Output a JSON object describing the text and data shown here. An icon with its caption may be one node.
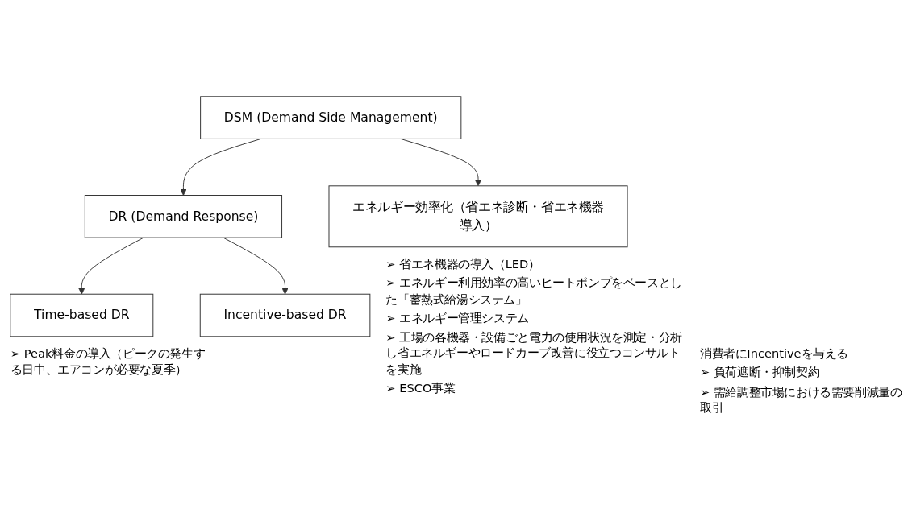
{
  "diagram": {
    "nodes": [
      {
        "text": [
          "DSM (Demand Side Management)"
        ]
      },
      {
        "text": [
          "DR (Demand Response)"
        ]
      },
      {
        "text": [
          "エネルギー効率化（省エネ診断・省エネ機器導入）"
        ],
        "beside": [
          "➢ 省エネ機器の導入（LED）",
          "➢ エネルギー利用効率の高いヒートポンプをベースとした「蓄熱式給湯システム」",
          "➢ エネルギー管理システム",
          "➢ 工場の各機器・設備ごと電力の使用状況を測定・分析し省エネルギーやロードカーブ改善に役立つコンサルトを実施",
          "➢ ESCO事業"
        ]
      },
      {
        "text": [
          "Time-based DR"
        ],
        "beside": [
          "➢ Peak料金の導入（ピークの発生する日中、エアコンが必要な夏季）"
        ]
      },
      {
        "text": [
          "Incentive-based DR"
        ],
        "beside": [
          "消費者にIncentiveを与える",
          "➢ 負荷遮断・抑制契約",
          "➢ 需給調整市場における需要削減量の取引"
        ]
      }
    ],
    "edges": [
      {
        "from": 0,
        "to": 1,
        "arrow": "to"
      },
      {
        "from": 0,
        "to": 2,
        "arrow": "to"
      },
      {
        "from": 1,
        "to": 3,
        "arrow": "to"
      },
      {
        "from": 1,
        "to": 4,
        "arrow": "to"
      }
    ]
  }
}
